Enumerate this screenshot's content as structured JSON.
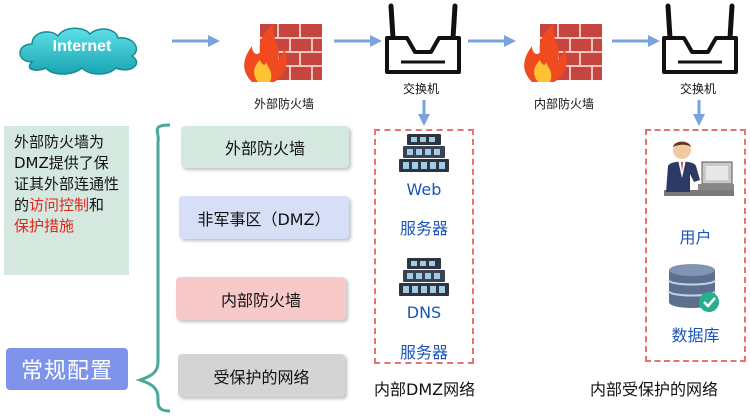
{
  "top_row": {
    "internet_label": "Internet",
    "external_firewall_label": "外部防火墙",
    "switch1_label": "交换机",
    "internal_firewall_label": "内部防火墙",
    "switch2_label": "交换机"
  },
  "note": {
    "part1": "外部防火墙为DMZ提供了保证其外部连通性的",
    "highlight1": "访问控制",
    "part2": "和",
    "highlight2": "保护措施"
  },
  "config_label": "常规配置",
  "layers": [
    {
      "label": "外部防火墙",
      "color": "#d5e8e0"
    },
    {
      "label": "非军事区（DMZ）",
      "color": "#d7dff7"
    },
    {
      "label": "内部防火墙",
      "color": "#f8c9c9"
    },
    {
      "label": "受保护的网络",
      "color": "#d4d4d4"
    }
  ],
  "dmz": {
    "web_line1": "Web",
    "web_line2": "服务器",
    "dns_line1": "DNS",
    "dns_line2": "服务器",
    "caption": "内部DMZ网络"
  },
  "protected": {
    "user_label": "用户",
    "db_label": "数据库",
    "caption": "内部受保护的网络"
  },
  "colors": {
    "arrow": "#7aa3de",
    "dashed_border": "#e57373",
    "brace": "#4aa89a",
    "highlight_red": "#e0261b",
    "blue_text": "#1a56b8"
  }
}
